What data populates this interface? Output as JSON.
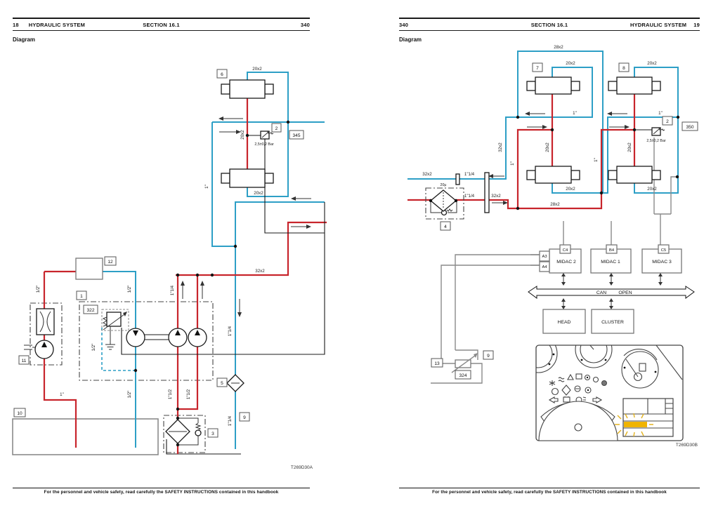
{
  "footer_note": "For the personnel and vehicle safety, read carefully the SAFETY INSTRUCTIONS contained in this handbook",
  "labels": {
    "s20": "20x2",
    "s28": "28x2",
    "s32": "32x2",
    "d_half": "1/2\"",
    "d_one": "1\"",
    "d_one_quarter": "1\"1/4",
    "d_one_half": "1\"1/2",
    "valve_setting": "2,5±0,2 Bar",
    "filter_rating": "20μ"
  },
  "left": {
    "header": {
      "page_no": "18",
      "title": "HYDRAULIC SYSTEM",
      "section": "SECTION 16.1",
      "folio": "340"
    },
    "diagram_label": "Diagram",
    "caption": "T269D30A",
    "callouts": {
      "c1": "1",
      "c2": "2",
      "c3": "3",
      "c5": "5",
      "c6": "6",
      "c9": "9",
      "c10": "10",
      "c11": "11",
      "c12": "12",
      "c322": "322",
      "c345": "345"
    }
  },
  "right": {
    "header": {
      "folio": "340",
      "section": "SECTION 16.1",
      "title": "HYDRAULIC SYSTEM",
      "page_no": "19"
    },
    "diagram_label": "Diagram",
    "caption": "T269D30B",
    "callouts": {
      "c2": "2",
      "c4": "4",
      "c7": "7",
      "c8": "8",
      "c9": "9",
      "c13": "13",
      "c324": "324",
      "c350": "350"
    },
    "modules": {
      "midac1": "MIDAC 1",
      "midac2": "MIDAC 2",
      "midac3": "MIDAC 3",
      "a3": "A3",
      "a4": "A4",
      "b4": "B4",
      "c4": "C4",
      "c5": "C5",
      "can": "CAN",
      "open": "OPEN",
      "head": "HEAD",
      "cluster": "CLUSTER"
    }
  },
  "colors": {
    "pressure_line": "#c8252c",
    "return_line": "#2d9fc6",
    "electric_wire": "#8a8a8a",
    "warning_highlight": "#f0b400"
  }
}
